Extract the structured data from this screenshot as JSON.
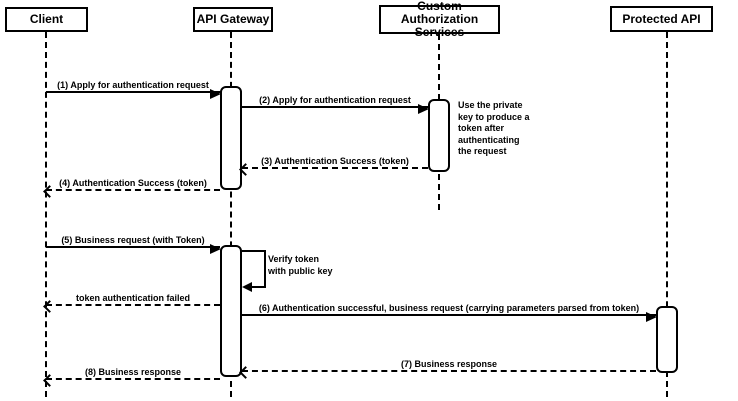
{
  "diagram_type": "sequence-diagram",
  "participants": [
    {
      "id": "client",
      "label": "Client"
    },
    {
      "id": "api-gateway",
      "label": "API Gateway"
    },
    {
      "id": "custom-authorization-services",
      "label": "Custom Authorization Services"
    },
    {
      "id": "protected-api",
      "label": "Protected API"
    }
  ],
  "messages": [
    {
      "seq": "1",
      "label": "(1) Apply for authentication request",
      "from": "Client",
      "to": "API Gateway",
      "style": "solid"
    },
    {
      "seq": "2",
      "label": "(2) Apply for authentication request",
      "from": "API Gateway",
      "to": "Custom Authorization Services",
      "style": "solid"
    },
    {
      "seq": "3",
      "label": "(3) Authentication Success (token)",
      "from": "Custom Authorization Services",
      "to": "API Gateway",
      "style": "dashed"
    },
    {
      "seq": "4",
      "label": "(4) Authentication Success (token)",
      "from": "API Gateway",
      "to": "Client",
      "style": "dashed"
    },
    {
      "seq": "5",
      "label": "(5) Business request (with Token)",
      "from": "Client",
      "to": "API Gateway",
      "style": "solid"
    },
    {
      "seq": "",
      "label": "token authentication failed",
      "from": "API Gateway",
      "to": "Client",
      "style": "dashed"
    },
    {
      "seq": "6",
      "label": "(6) Authentication successful, business request (carrying parameters parsed from token)",
      "from": "API Gateway",
      "to": "Protected API",
      "style": "solid"
    },
    {
      "seq": "7",
      "label": "(7) Business response",
      "from": "Protected API",
      "to": "API Gateway",
      "style": "dashed"
    },
    {
      "seq": "8",
      "label": "(8) Business response",
      "from": "API Gateway",
      "to": "Client",
      "style": "dashed"
    }
  ],
  "self_message": {
    "label": "Verify token\nwith public key",
    "on": "API Gateway"
  },
  "note": {
    "text": "Use the private\nkey to produce a\ntoken after\nauthenticating\nthe request"
  },
  "colors": {
    "line": "#000000",
    "box_fill": "#ffffff",
    "background": "#ffffff",
    "text": "#000000"
  }
}
